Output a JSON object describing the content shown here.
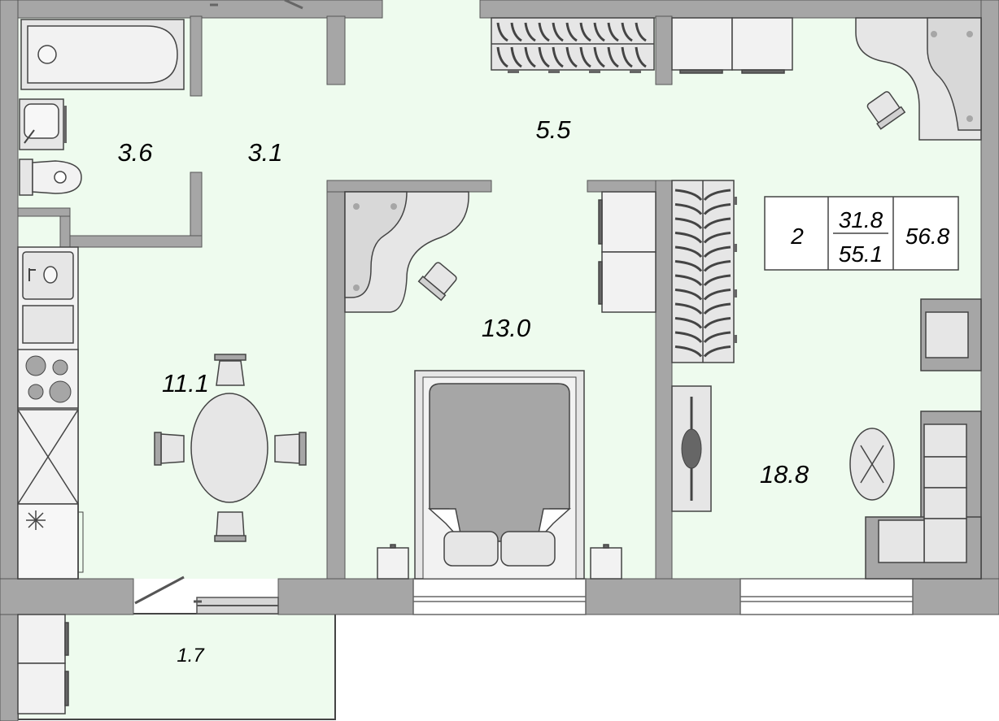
{
  "colors": {
    "floor": "#eefbee",
    "wall": "#a6a6a6",
    "furniture": "#e6e6e6",
    "furniture_dark": "#a6a6a6",
    "outline": "#444444"
  },
  "rooms": {
    "bathroom": "3.6",
    "corridor_small": "3.1",
    "hall": "5.5",
    "kitchen": "11.1",
    "bedroom": "13.0",
    "living": "18.8",
    "balcony": "1.7"
  },
  "info": {
    "rooms_count": "2",
    "living_area": "31.8",
    "usable_area": "55.1",
    "total_area": "56.8"
  }
}
